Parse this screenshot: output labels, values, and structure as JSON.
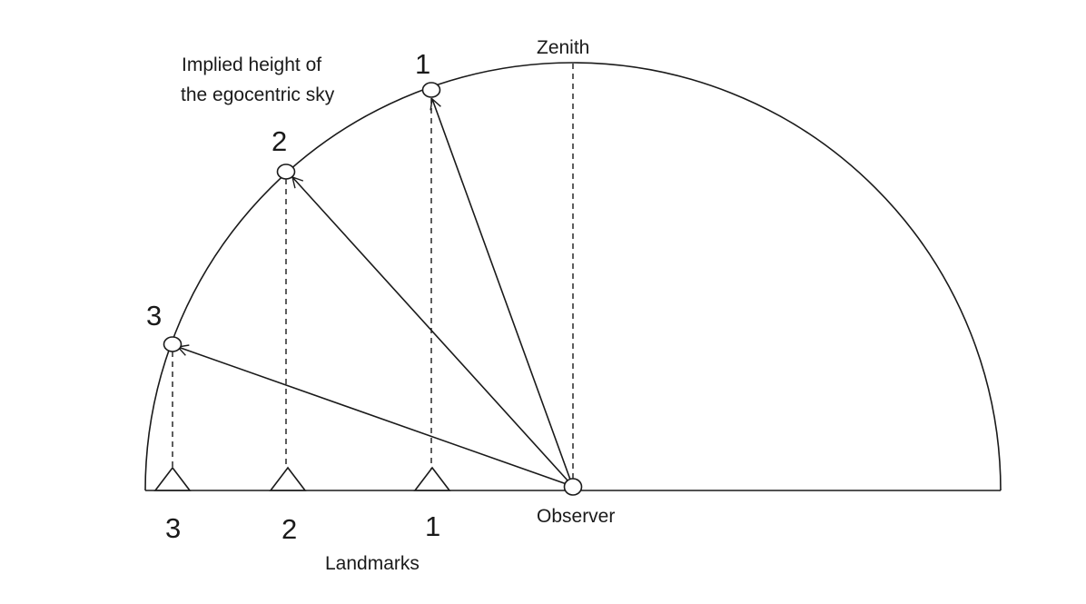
{
  "labels": {
    "sky_line1": "Implied height of",
    "sky_line2": "the egocentric sky",
    "zenith": "Zenith",
    "observer": "Observer",
    "landmarks": "Landmarks"
  },
  "points": [
    {
      "id": "1",
      "sky_label": "1",
      "landmark_label": "1"
    },
    {
      "id": "2",
      "sky_label": "2",
      "landmark_label": "2"
    },
    {
      "id": "3",
      "sky_label": "3",
      "landmark_label": "3"
    }
  ]
}
